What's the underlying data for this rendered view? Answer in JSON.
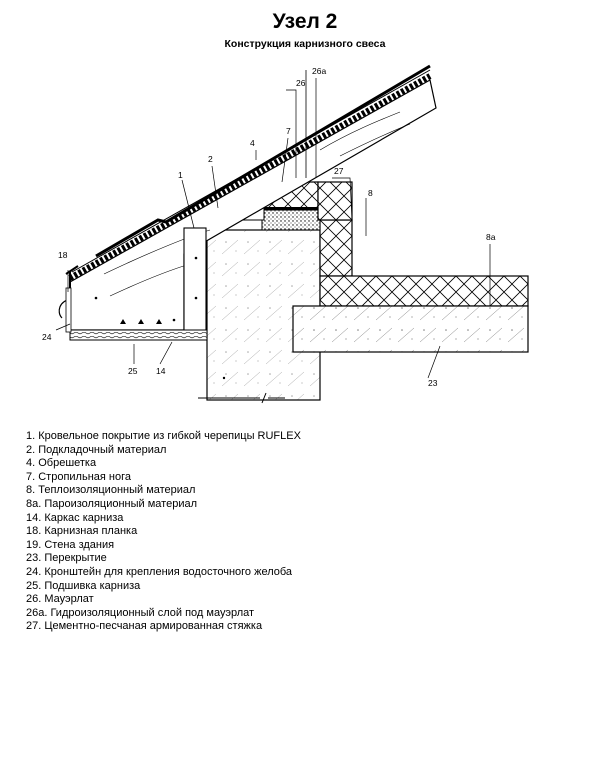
{
  "title": "Узел 2",
  "subtitle": "Конструкция карнизного свеса",
  "callouts": {
    "c26a": "26a",
    "c26": "26",
    "c7": "7",
    "c4": "4",
    "c2": "2",
    "c1": "1",
    "c27": "27",
    "c8": "8",
    "c8a": "8a",
    "c18": "18",
    "c24": "24",
    "c25": "25",
    "c14": "14",
    "c23": "23"
  },
  "legend": [
    "1. Кровельное покрытие из гибкой черепицы RUFLEX",
    "2. Подкладочный материал",
    "4. Обрешетка",
    "7. Стропильная нога",
    "8. Теплоизоляционный материал",
    "8a. Пароизоляционный материал",
    "14. Каркас карниза",
    "18. Карнизная планка",
    "19. Стена здания",
    "23. Перекрытие",
    "24. Кронштейн для крепления водосточного желоба",
    "25. Подшивка карниза",
    "26. Мауэрлат",
    "26a. Гидроизоляционный слой под мауэрлат",
    "27. Цементно-песчаная армированная стяжка"
  ]
}
